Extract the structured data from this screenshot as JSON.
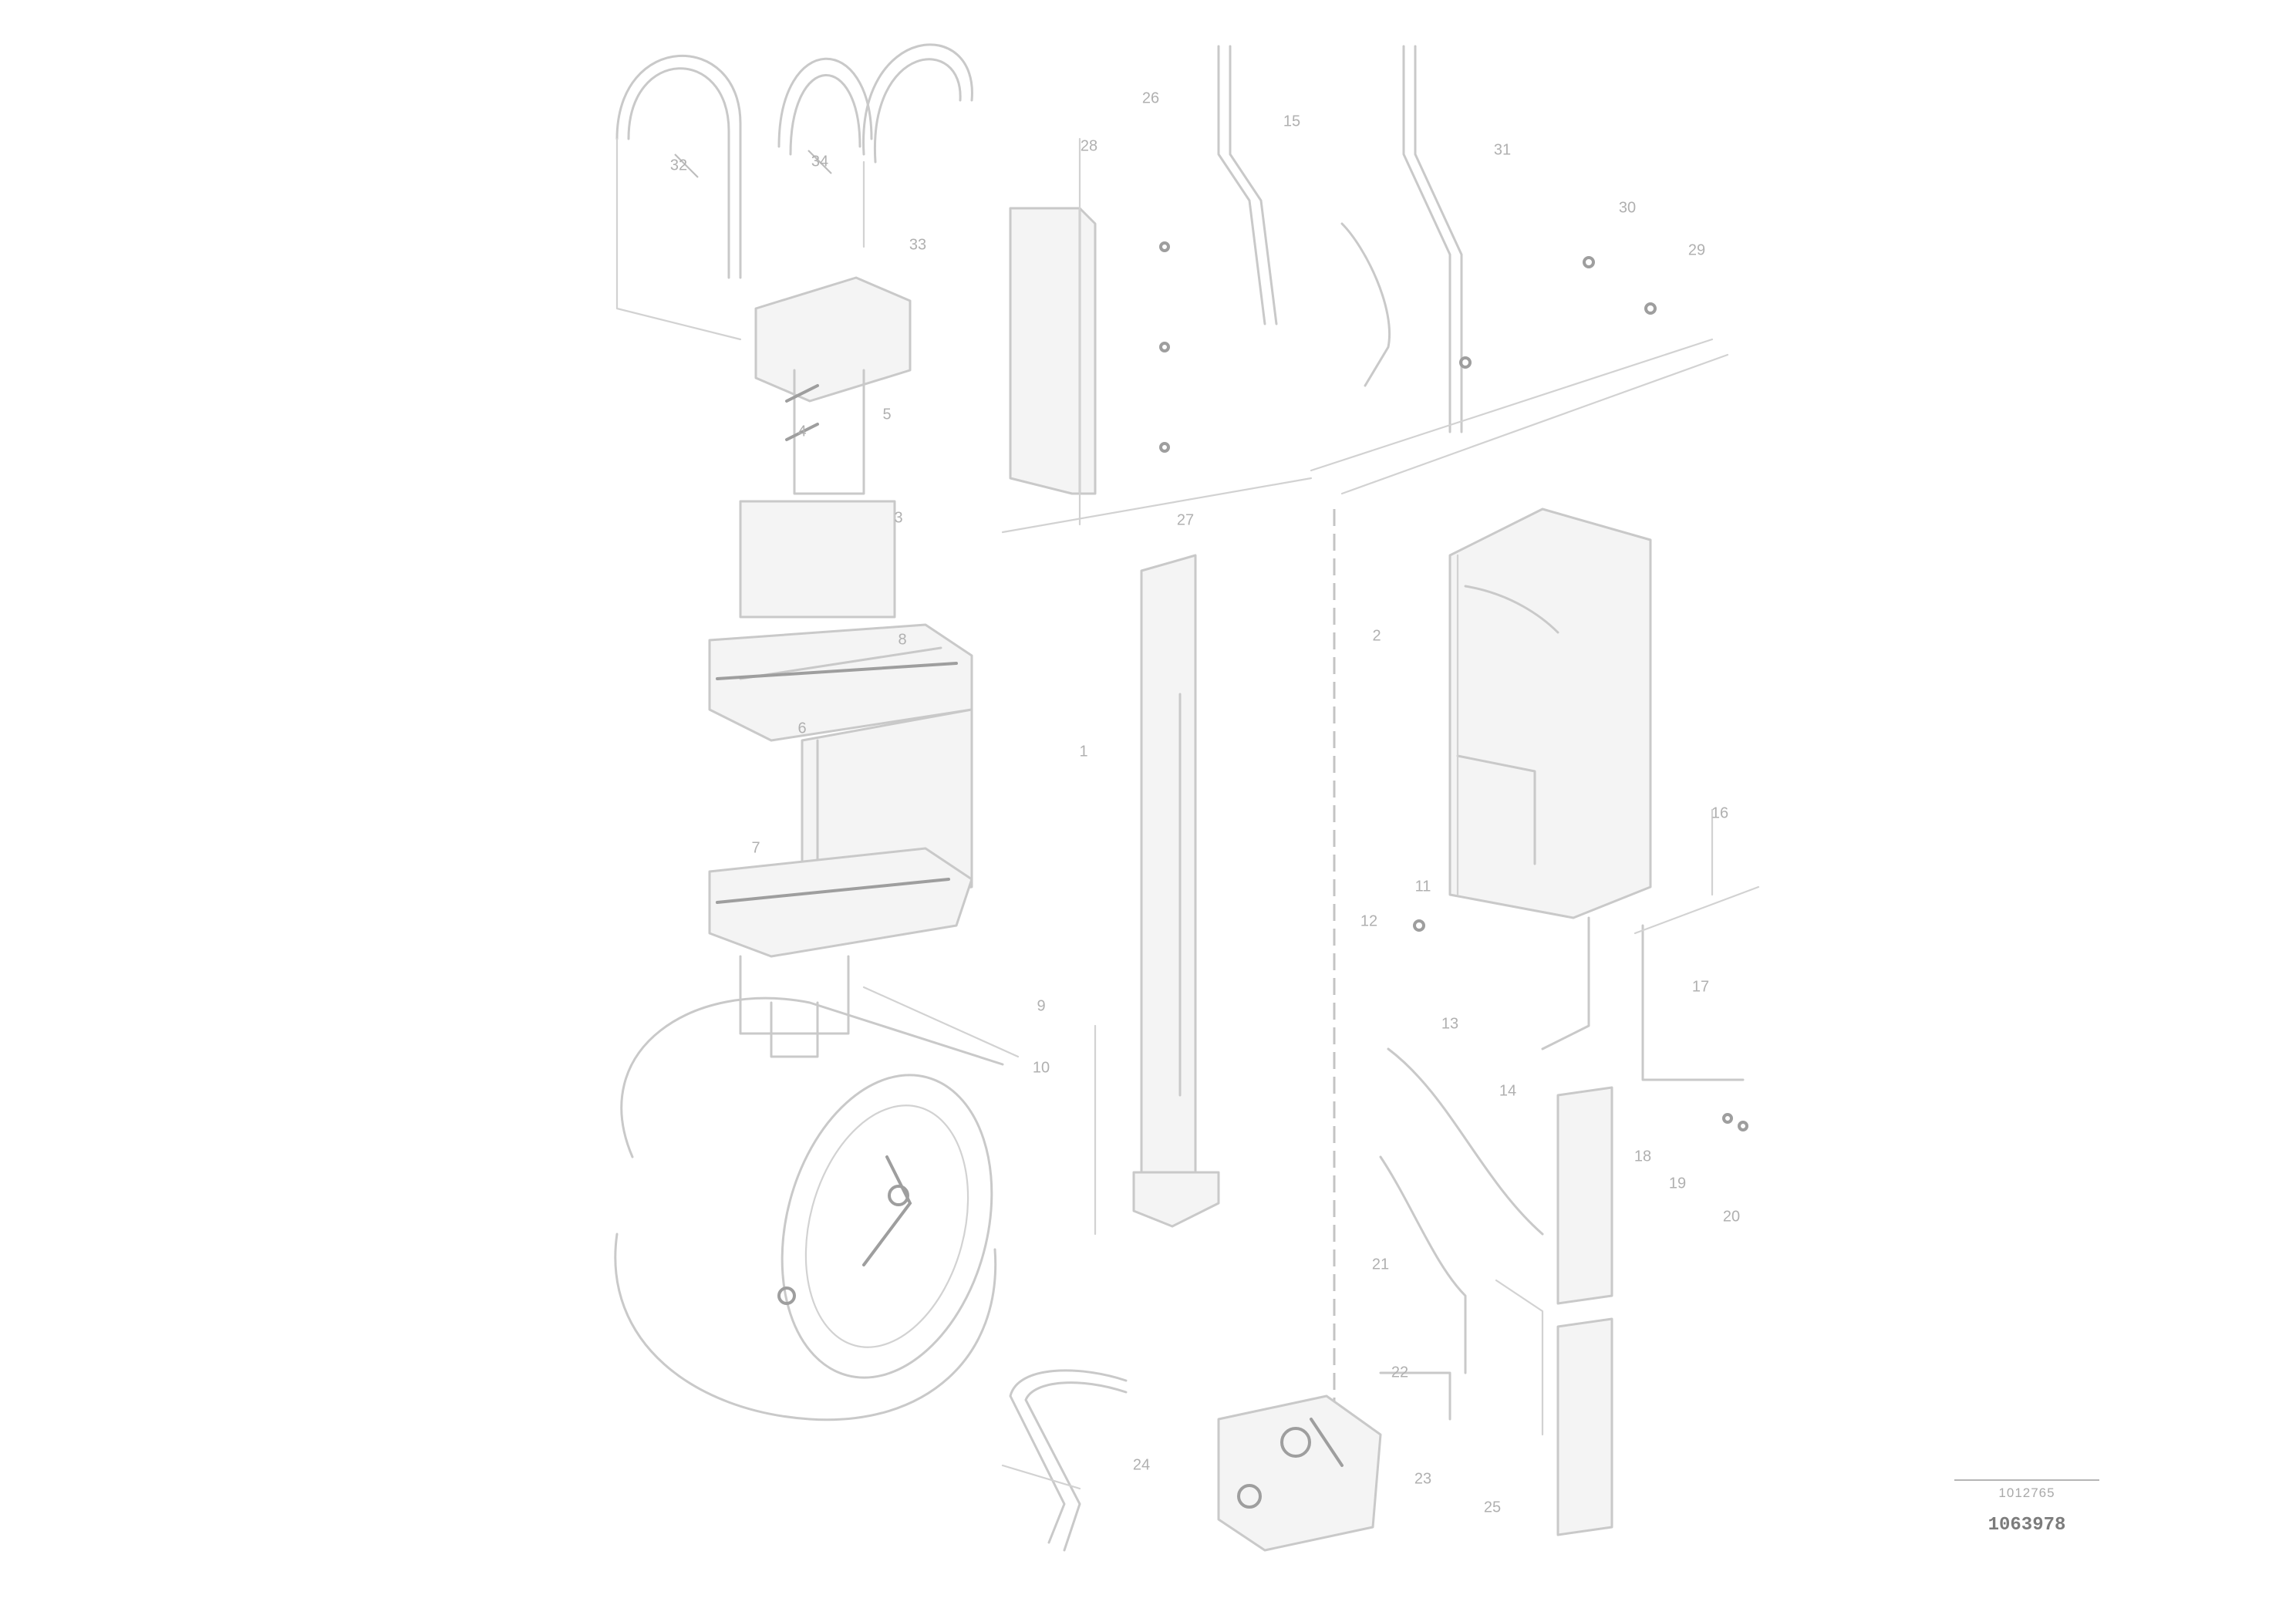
{
  "diagram": {
    "callouts": [
      {
        "label": "32"
      },
      {
        "label": "34"
      },
      {
        "label": "33"
      },
      {
        "label": "26"
      },
      {
        "label": "15"
      },
      {
        "label": "31"
      },
      {
        "label": "30"
      },
      {
        "label": "29"
      },
      {
        "label": "27"
      },
      {
        "label": "28"
      },
      {
        "label": "4"
      },
      {
        "label": "5"
      },
      {
        "label": "3"
      },
      {
        "label": "6"
      },
      {
        "label": "7"
      },
      {
        "label": "8"
      },
      {
        "label": "1"
      },
      {
        "label": "2"
      },
      {
        "label": "9"
      },
      {
        "label": "10"
      },
      {
        "label": "11"
      },
      {
        "label": "12"
      },
      {
        "label": "13"
      },
      {
        "label": "14"
      },
      {
        "label": "16"
      },
      {
        "label": "17"
      },
      {
        "label": "18"
      },
      {
        "label": "19"
      },
      {
        "label": "20"
      },
      {
        "label": "21"
      },
      {
        "label": "22"
      },
      {
        "label": "23"
      },
      {
        "label": "24"
      },
      {
        "label": "25"
      }
    ]
  },
  "drawing_reference": {
    "subtitle": "1012765",
    "code": "1063978"
  }
}
